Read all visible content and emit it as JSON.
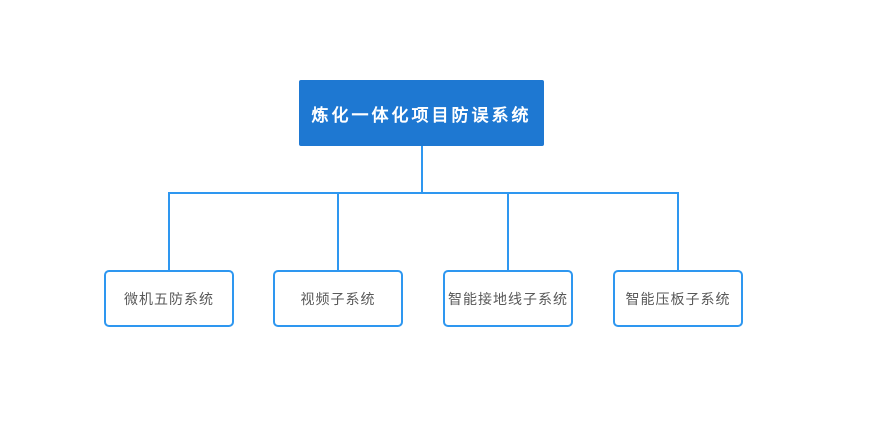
{
  "diagram": {
    "type": "org-tree",
    "root": {
      "label": "炼化一体化项目防误系统"
    },
    "children": [
      {
        "label": "微机五防系统"
      },
      {
        "label": "视频子系统"
      },
      {
        "label": "智能接地线子系统"
      },
      {
        "label": "智能压板子系统"
      }
    ],
    "colors": {
      "background": "#ffffff",
      "root_fill": "#1e78d2",
      "root_text": "#ffffff",
      "connector": "#2e97f0",
      "child_border": "#2e97f0",
      "child_fill": "#ffffff",
      "child_text": "#595959"
    }
  }
}
